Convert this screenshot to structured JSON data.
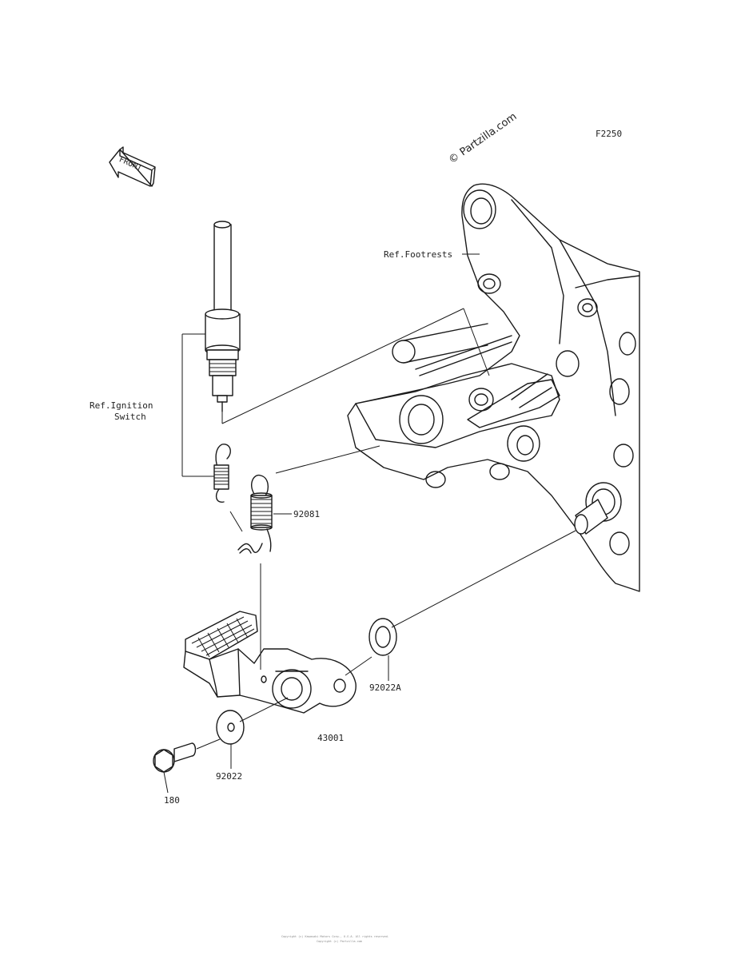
{
  "diagram_code": "F2250",
  "watermark": "© Partzilla.com",
  "front_label": "FRONT",
  "callouts": {
    "ref_footrests": "Ref.Footrests",
    "ref_ignition_line1": "Ref.Ignition",
    "ref_ignition_line2": "Switch",
    "spring": "92081",
    "washer_a": "92022A",
    "pedal": "43001",
    "washer": "92022",
    "bolt": "180"
  },
  "footer": {
    "line1": "Copyright (c) Kawasaki Motors Corp., U.S.A. All rights reserved.",
    "line2": "Copyright (c) Partzilla.com"
  }
}
